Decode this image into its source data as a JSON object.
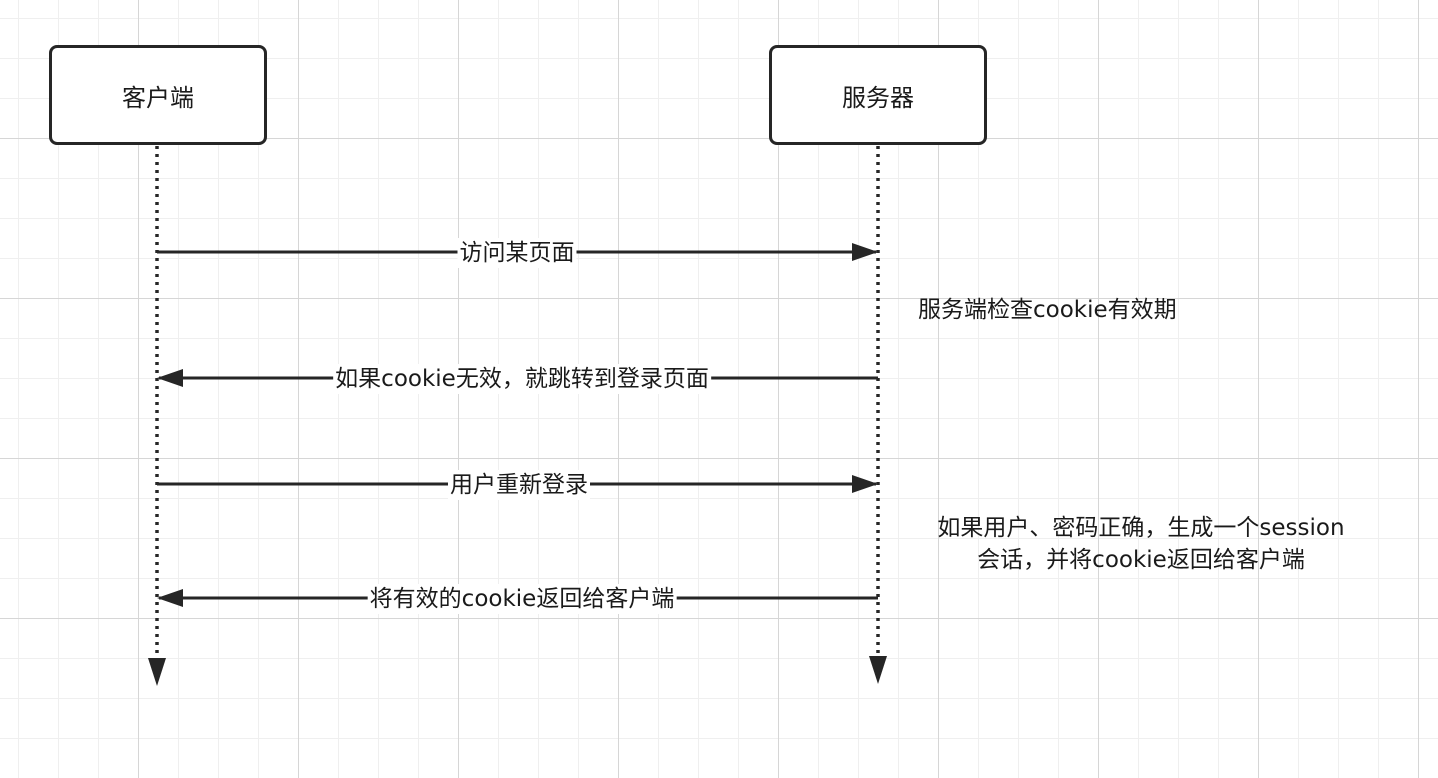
{
  "actors": {
    "client": "客户端",
    "server": "服务器"
  },
  "messages": [
    {
      "from": "client",
      "to": "server",
      "label": "访问某页面"
    },
    {
      "from": "server",
      "to": "client",
      "label": "如果cookie无效，就跳转到登录页面"
    },
    {
      "from": "client",
      "to": "server",
      "label": "用户重新登录"
    },
    {
      "from": "server",
      "to": "client",
      "label": "将有效的cookie返回给客户端"
    }
  ],
  "notes": {
    "check_cookie": "服务端检查cookie有效期",
    "session_line1": "如果用户、密码正确，生成一个session",
    "session_line2": "会话，并将cookie返回给客户端"
  },
  "colors": {
    "line": "#262626",
    "grid_major": "#d6d6d6",
    "grid_minor": "#efefef"
  }
}
